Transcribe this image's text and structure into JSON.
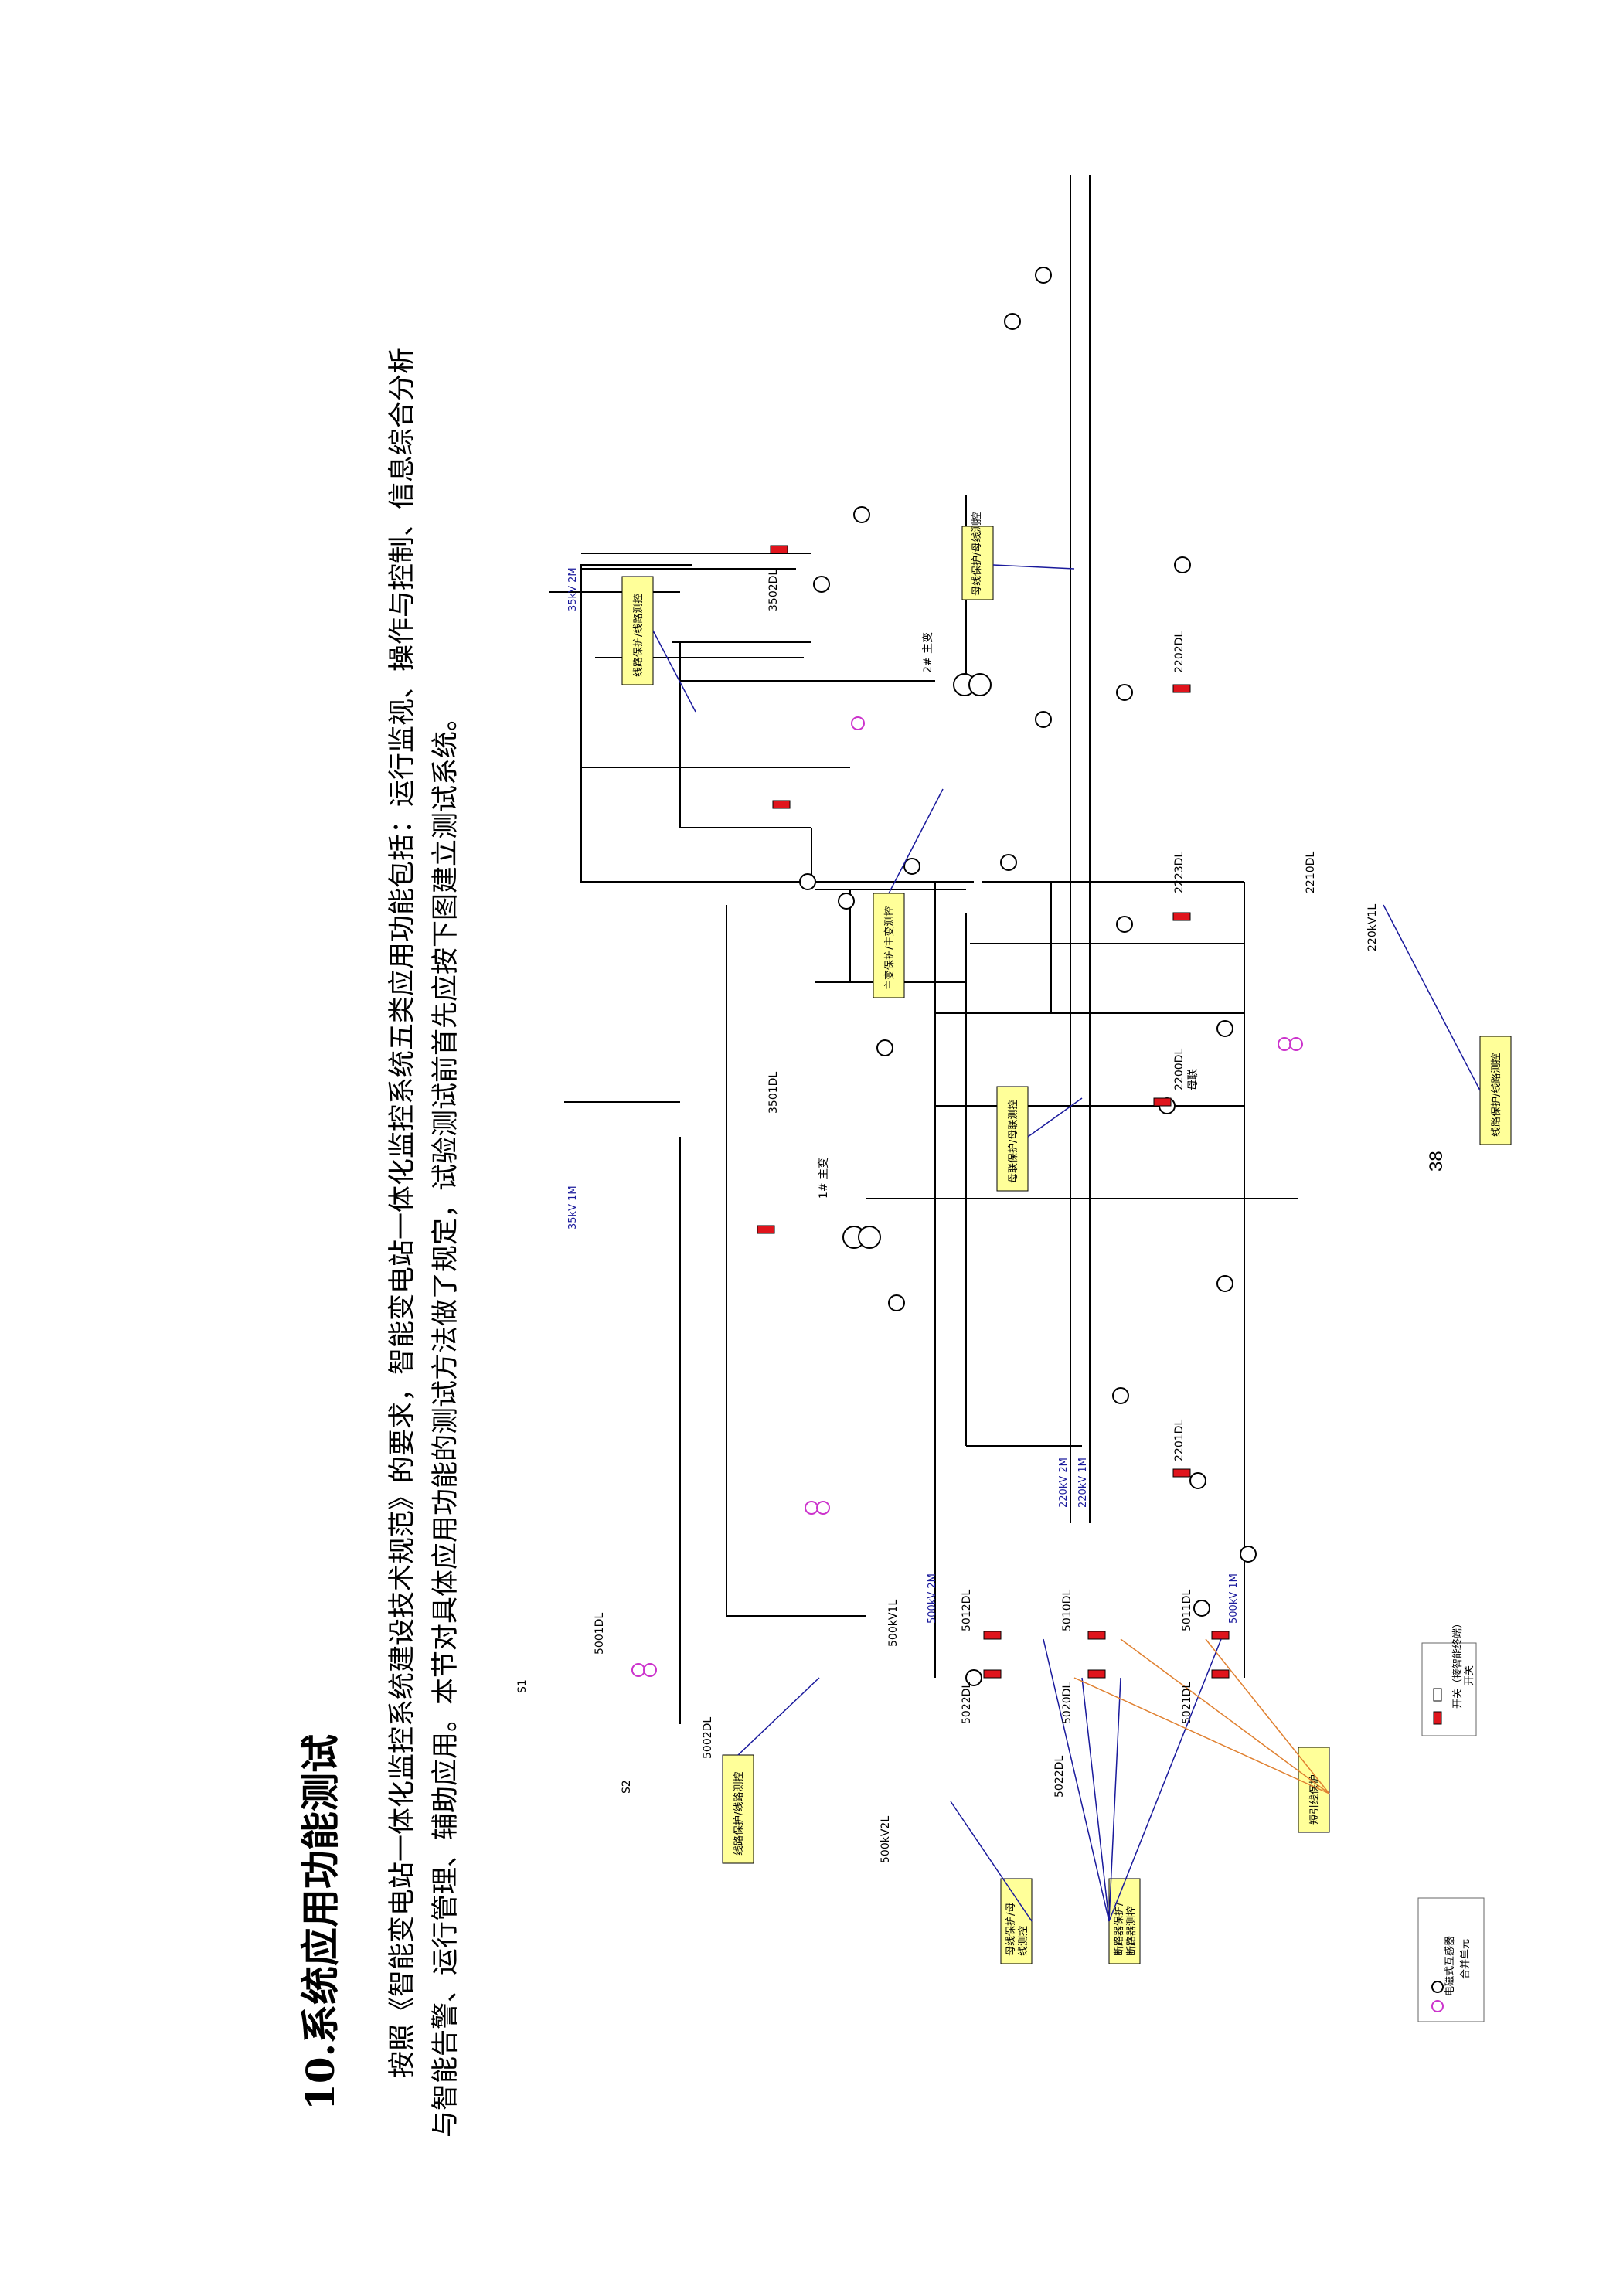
{
  "title": "10.系统应用功能测试",
  "paragraph_lines": [
    "按照《智能变电站一体化监控系统建设技术规范》的要求，智能变电站一体化监控系统五类应用功能包括：运行监视、操作与控制、信息综合分析",
    "与智能告警、运行管理、辅助应用。本节对具体应用功能的测试方法做了规定，试验测试前首先应按下图建立测试系统。",
    ""
  ],
  "diagram": {
    "bus_labels": {
      "bus_35kv_2m": "35kV 2M",
      "bus_35kv_1m": "35kV 1M",
      "bus_220kv_2m": "220kV 2M",
      "bus_220kv_1m": "220kV 1M",
      "bus_500kv_2m": "500kV 2M",
      "bus_500kv_1m": "500kV 1M"
    },
    "breaker_labels": {
      "b3502": "3502DL",
      "b3501": "3501DL",
      "b2202": "2202DL",
      "b2223": "2223DL",
      "b2210": "2210DL",
      "b2200": "2200DL",
      "b2201": "2201DL",
      "b5001": "5001DL",
      "b5002": "5002DL",
      "b5012": "5012DL",
      "b5010": "5010DL",
      "b5011": "5011DL",
      "b5022": "5022DL",
      "b5020": "5020DL",
      "b5021": "5021DL",
      "b5022b": "5022DL"
    },
    "misc_labels": {
      "tr1": "1# 主变",
      "tr2": "2# 主变",
      "bus_tie": "母联",
      "source_s1": "S1",
      "source_s2": "S2",
      "line_220kv_v1l": "220kV1L",
      "line_500kv_v1l": "500kV1L",
      "line_500kv_v2l": "500kV2L"
    },
    "callouts": {
      "c_bus_prot_top": "母线保护/母线测控",
      "c_trans_prot": "主变保护/主变测控",
      "c_tie_prot": "母联保护/母联测控",
      "c_line_prot_220": "线路保护/线路测控",
      "c_line_prot_500a": "线路保护/线路测控",
      "c_line_prot_500b": "线路保护/线路测控",
      "c_short_lead": "短引线保护",
      "c_bus_line_prot_1": "母线保护/母",
      "c_bus_line_prot_2": "线测控",
      "c_breaker_prot_1": "断路器保护/",
      "c_breaker_prot_2": "断路器测控"
    },
    "legend": {
      "ect_label": "电磁式互感器",
      "mu_label": "合并单元",
      "switch_closed_label": "开关（接智能终端）",
      "switch_open_label": "开关"
    },
    "colors": {
      "breaker": "#e0141c",
      "callout_fill": "#ffff99",
      "link_blue": "#1a1a9c",
      "link_orange": "#e08030",
      "ect_magenta": "#cc33cc"
    }
  },
  "page_number": "38"
}
